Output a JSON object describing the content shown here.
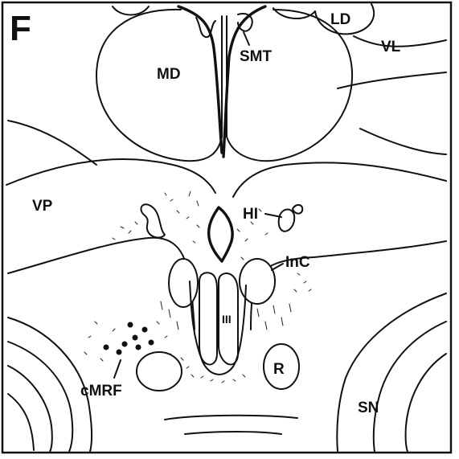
{
  "figure": {
    "panel_letter": "F",
    "labels": {
      "ld": "LD",
      "md": "MD",
      "smt": "SMT",
      "vl": "VL",
      "vp": "VP",
      "hi": "HI",
      "inc": "InC",
      "iii": "III",
      "r": "R",
      "cmrf": "cMRF",
      "sn": "SN"
    }
  }
}
